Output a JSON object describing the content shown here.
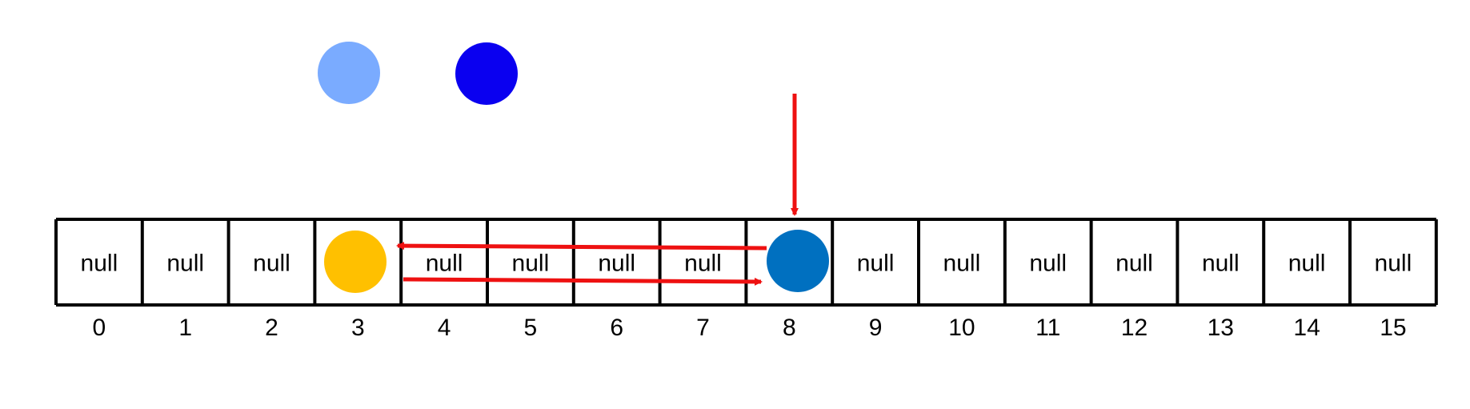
{
  "cells": [
    {
      "index": "0",
      "content": "null"
    },
    {
      "index": "1",
      "content": "null"
    },
    {
      "index": "2",
      "content": "null"
    },
    {
      "index": "3",
      "content": "",
      "ball": "gold"
    },
    {
      "index": "4",
      "content": "null"
    },
    {
      "index": "5",
      "content": "null"
    },
    {
      "index": "6",
      "content": "null"
    },
    {
      "index": "7",
      "content": "null"
    },
    {
      "index": "8",
      "content": "",
      "ball": "blue"
    },
    {
      "index": "9",
      "content": "null"
    },
    {
      "index": "10",
      "content": "null"
    },
    {
      "index": "11",
      "content": "null"
    },
    {
      "index": "12",
      "content": "null"
    },
    {
      "index": "13",
      "content": "null"
    },
    {
      "index": "14",
      "content": "null"
    },
    {
      "index": "15",
      "content": "null"
    }
  ],
  "colors": {
    "grid": "#000000",
    "arrow": "#ee1111",
    "ball_light_blue": "#7aabff",
    "ball_bright_blue": "#0a00f0",
    "ball_gold": "#ffc000",
    "ball_blue": "#0070c0"
  },
  "floating_balls": [
    "light-blue",
    "bright-blue"
  ],
  "arrows": [
    {
      "name": "insert-arrow",
      "direction": "down",
      "target_index": "8"
    },
    {
      "name": "probe-arrow-back",
      "from_index": "8",
      "to_index": "3"
    },
    {
      "name": "probe-arrow-forward",
      "from_index": "3",
      "to_index": "8"
    }
  ]
}
